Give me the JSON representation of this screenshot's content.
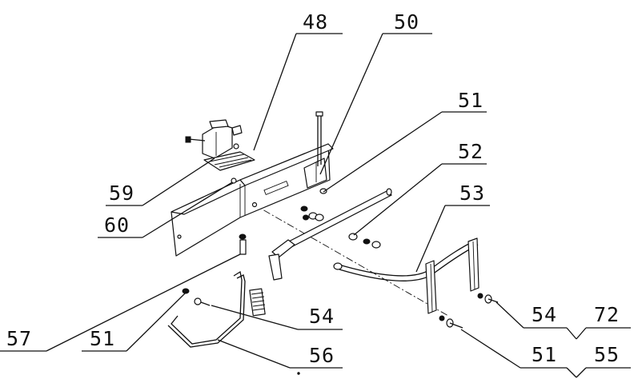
{
  "callouts": {
    "c48": "48",
    "c50": "50",
    "c51_top": "51",
    "c52": "52",
    "c53": "53",
    "c59": "59",
    "c60": "60",
    "c57": "57",
    "c51_left": "51",
    "c54_mid": "54",
    "c56": "56",
    "c54_right": "54",
    "c72": "72",
    "c51_bottom": "51",
    "c55": "55"
  }
}
